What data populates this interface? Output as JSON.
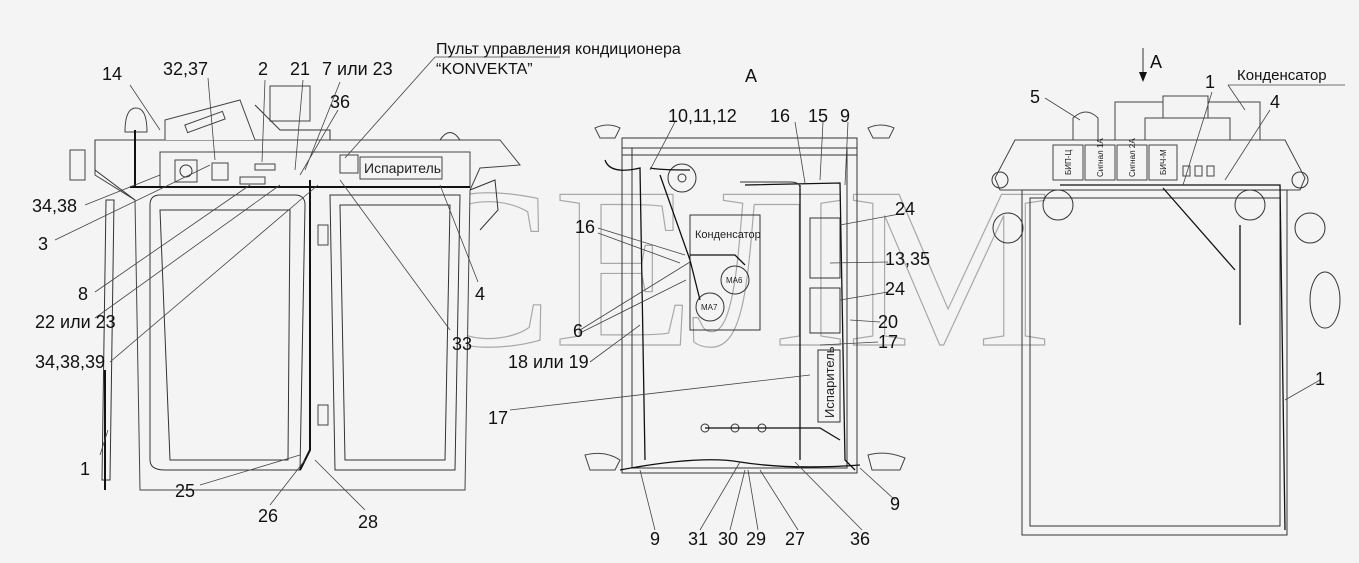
{
  "watermark": "СЕЛМ",
  "left_view": {
    "title_line1": "Пульт управления кондиционера",
    "title_line2": "“KONVEKTA”",
    "evaporator": "Испаритель",
    "labels": [
      "14",
      "32,37",
      "2",
      "21",
      "7 или 23",
      "36",
      "34,38",
      "3",
      "8",
      "22 или 23",
      "34,38,39",
      "1",
      "25",
      "26",
      "28",
      "33",
      "4"
    ]
  },
  "middle_view": {
    "view_letter": "А",
    "condenser": "Конденсатор",
    "evaporator": "Испаритель",
    "ma6": "МА6",
    "ma7": "МА7",
    "labels": [
      "10,11,12",
      "16",
      "15",
      "9",
      "24",
      "16",
      "13,35",
      "24",
      "6",
      "20",
      "17",
      "18 или 19",
      "17",
      "9",
      "31",
      "30",
      "29",
      "27",
      "36",
      "9"
    ]
  },
  "right_view": {
    "view_letter": "А",
    "condenser": "Конденсатор",
    "modules": [
      "БИП-Ц",
      "Сигнал 1А",
      "Сигнал 2А",
      "БИЧ-М"
    ],
    "labels": [
      "5",
      "1",
      "4",
      "1"
    ]
  }
}
